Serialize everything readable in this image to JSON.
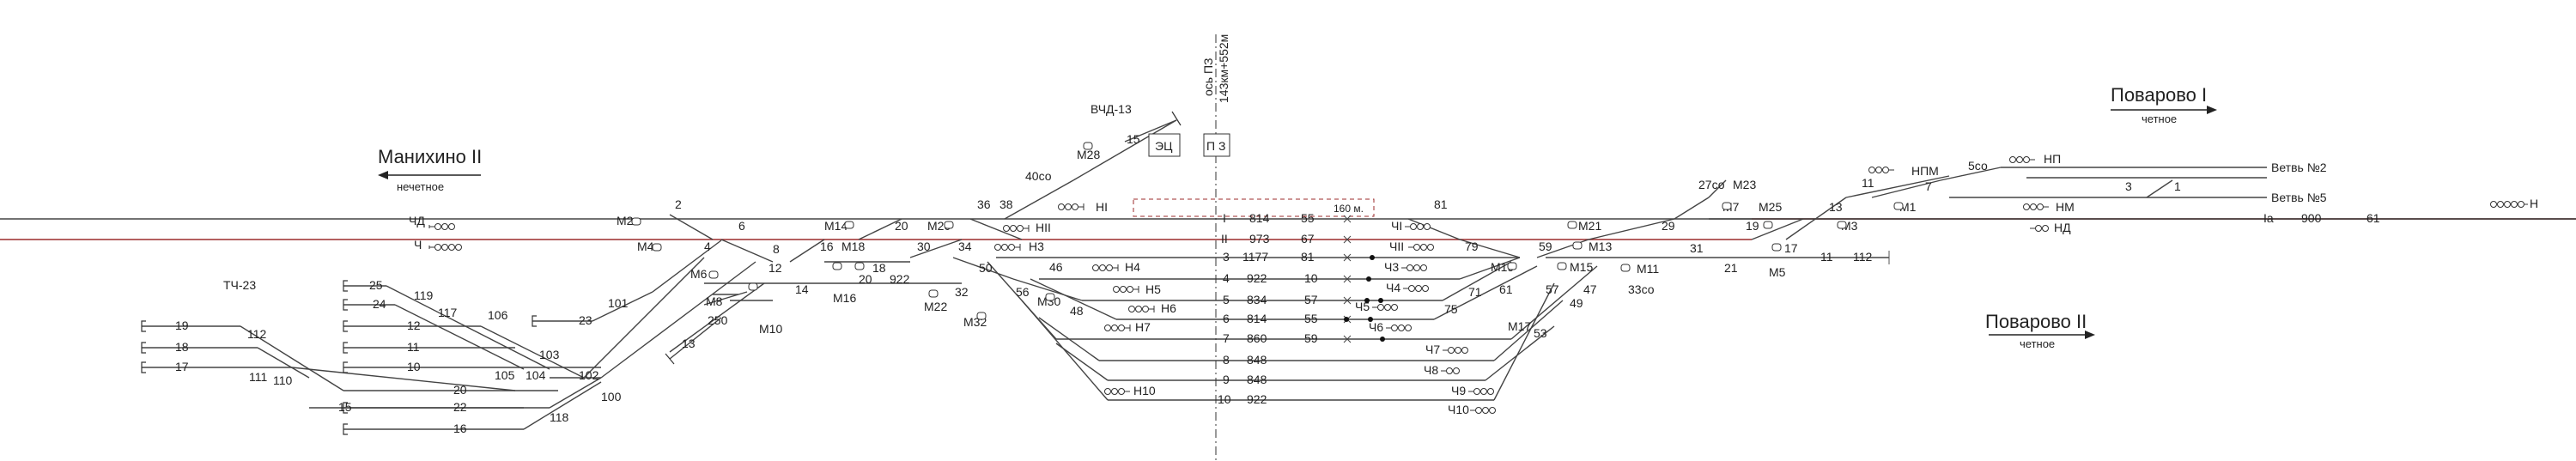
{
  "stations": {
    "left": {
      "name": "Манихино II",
      "direction": "нечетное"
    },
    "right_top": {
      "name": "Поварово I",
      "direction": "четное"
    },
    "right_bottom": {
      "name": "Поварово II",
      "direction": "четное"
    },
    "depot": "ТЧ-23",
    "vchd": "ВЧД-13"
  },
  "axis": {
    "label": "ось ПЗ",
    "km": "143км+552м"
  },
  "boxes": {
    "ec": "ЭЦ",
    "pz": "П З",
    "dist": "160 м."
  },
  "branches": {
    "v2": "Ветвь №2",
    "v5": "Ветвь №5"
  },
  "tracks": [
    {
      "num": "I",
      "len": "814",
      "useful": "55"
    },
    {
      "num": "II",
      "len": "973",
      "useful": "67"
    },
    {
      "num": "3",
      "len": "1177",
      "useful": "81"
    },
    {
      "num": "4",
      "len": "922",
      "useful": "10"
    },
    {
      "num": "5",
      "len": "834",
      "useful": "57"
    },
    {
      "num": "6",
      "len": "814",
      "useful": "55"
    },
    {
      "num": "7",
      "len": "860",
      "useful": "59"
    },
    {
      "num": "8",
      "len": "848",
      "useful": ""
    },
    {
      "num": "9",
      "len": "848",
      "useful": ""
    },
    {
      "num": "10",
      "len": "922",
      "useful": ""
    }
  ],
  "ia": {
    "num": "Iа",
    "len": "900",
    "useful": "61"
  },
  "depot_tracks": [
    "19",
    "18",
    "17",
    "15",
    "16",
    "25",
    "24",
    "12",
    "11",
    "10",
    "22",
    "20",
    "23"
  ],
  "labels": {
    "s2": "2",
    "s4": "4",
    "s6": "6",
    "s8": "8",
    "s12": "12",
    "s14": "14",
    "s16": "16",
    "s18": "18",
    "s20": "20",
    "s20b": "20",
    "s922": "922",
    "s30": "30",
    "s32": "32",
    "s34": "34",
    "s36": "36",
    "s38": "38",
    "s40": "40со",
    "s46": "46",
    "s48": "48",
    "s50": "50",
    "s56": "56",
    "s15": "15",
    "s81": "81",
    "s79": "79",
    "s71": "71",
    "s75": "75",
    "s59": "59",
    "s61": "61",
    "s57": "57",
    "s47": "47",
    "s49": "49",
    "s53": "53",
    "s29": "29",
    "s27": "27со",
    "s19": "19",
    "s21": "21",
    "s31": "31",
    "s33": "33со",
    "s17": "17",
    "s13": "13",
    "s11": "11",
    "s11b": "11",
    "s112": "112",
    "s7": "7",
    "s5": "5со",
    "s3": "3",
    "s1": "1",
    "s101": "101",
    "s103": "103",
    "s104": "104",
    "s105": "105",
    "s102": "102",
    "s100": "100",
    "s118": "118",
    "s106": "106",
    "s117": "117",
    "s119": "119",
    "s111": "111",
    "s110": "110",
    "s112l": "112",
    "s13l": "13",
    "s250": "250"
  },
  "signals": {
    "chd": "ЧД",
    "ch": "Ч",
    "m2": "М2",
    "m4": "М4",
    "m6": "М6",
    "m8": "М8",
    "m10": "М10",
    "m14": "М14",
    "m16": "М16",
    "m18": "М18",
    "m20": "М20",
    "m22": "М22",
    "m28": "М28",
    "m30": "М30",
    "m32": "М32",
    "n1": "НI",
    "n2": "НII",
    "n3": "Н3",
    "n4": "Н4",
    "n5": "Н5",
    "n6": "Н6",
    "n7": "Н7",
    "n10": "Н10",
    "ch1": "ЧI",
    "ch2": "ЧII",
    "ch3": "Ч3",
    "ch4": "Ч4",
    "ch5": "Ч5",
    "ch6": "Ч6",
    "ch7": "Ч7",
    "ch8": "Ч8",
    "ch9": "Ч9",
    "ch10": "Ч10",
    "m21": "М21",
    "m13": "М13",
    "m19": "М19",
    "m15": "М15",
    "m11": "М11",
    "m17": "М17",
    "m7": "М7",
    "m23": "М23",
    "m25": "М25",
    "m3": "М3",
    "m1": "М1",
    "m5": "М5",
    "npm": "НПМ",
    "np": "НП",
    "nm": "НМ",
    "nd": "НД",
    "n": "Н"
  }
}
